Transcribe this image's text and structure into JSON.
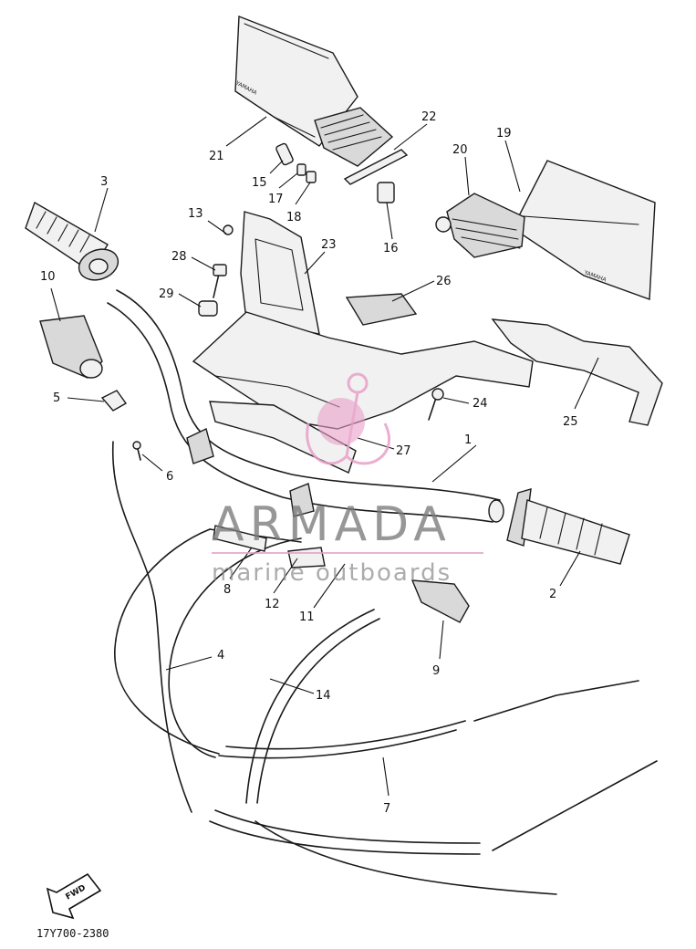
{
  "diagram": {
    "code": "17Y700-2380",
    "direction_label": "FWD",
    "brand_marking": "YAMAHA",
    "callouts": [
      "1",
      "2",
      "3",
      "4",
      "5",
      "6",
      "7",
      "8",
      "9",
      "10",
      "11",
      "12",
      "13",
      "14",
      "15",
      "16",
      "17",
      "18",
      "19",
      "20",
      "21",
      "22",
      "23",
      "24",
      "25",
      "26",
      "27",
      "28",
      "29"
    ]
  },
  "watermark": {
    "title": "ARMADA",
    "subtitle": "marine outboards",
    "accent_color": "#e8a0c8"
  }
}
